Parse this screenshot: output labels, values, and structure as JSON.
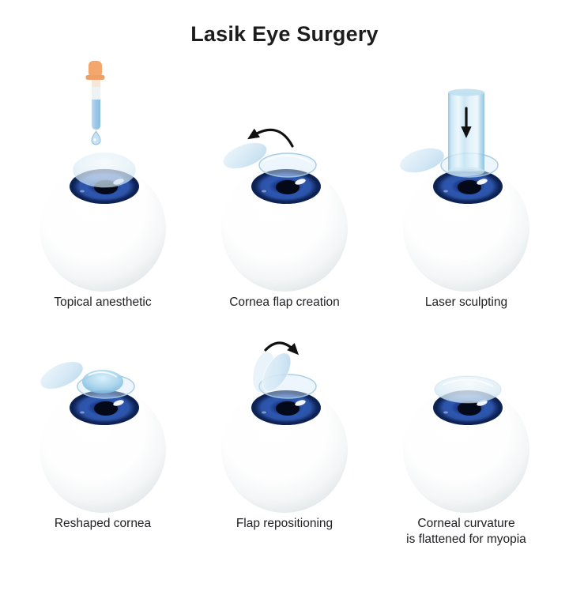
{
  "title": "Lasik Eye Surgery",
  "steps": [
    {
      "label": "Topical anesthetic",
      "icon": "eye-dropper-icon"
    },
    {
      "label": "Cornea flap creation",
      "icon": "rotate-left-arrow-icon"
    },
    {
      "label": "Laser sculpting",
      "icon": "laser-beam-icon"
    },
    {
      "label": "Reshaped cornea",
      "icon": "none"
    },
    {
      "label": "Flap repositioning",
      "icon": "rotate-right-arrow-icon"
    },
    {
      "label": "Corneal curvature\nis flattened for myopia",
      "icon": "none"
    }
  ],
  "colors": {
    "background": "#ffffff",
    "title_text": "#1d1d1d",
    "caption_text": "#202124",
    "sclera_shadow": "#d7dcdf",
    "iris_blue": "#2d57b0",
    "iris_ring_navy": "#0d2254",
    "pupil": "#04091a",
    "cornea_dome_blue": "#ddedf6",
    "flap_blue": "#cde4f3",
    "reshaped_lens_blue": "#a8d4ec",
    "laser_tube_blue": "#bfe0f1",
    "dropper_orange": "#f4a76c",
    "drop_liquid_blue": "#9cc6e7",
    "arrow_black": "#111111"
  }
}
